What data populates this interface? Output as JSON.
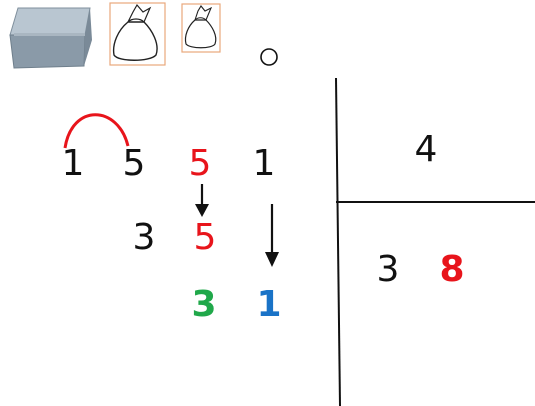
{
  "colors": {
    "black": "#111111",
    "red": "#e8141b",
    "green": "#20a84a",
    "blue": "#1a73c7",
    "box_gray": "#8a9aa8",
    "tile_border": "#e8a87c"
  },
  "icons": {
    "box": "gray-box-icon",
    "bag_large": "sack-large-icon",
    "bag_small": "sack-small-icon",
    "circle": "circle-icon"
  },
  "dividend": [
    "1",
    "5",
    "5",
    "1"
  ],
  "first_remainder": "3",
  "brought_down_1": "5",
  "final_remainder": "3",
  "brought_down_2": "1",
  "divisor": "4",
  "quotient": [
    "3",
    "8"
  ]
}
